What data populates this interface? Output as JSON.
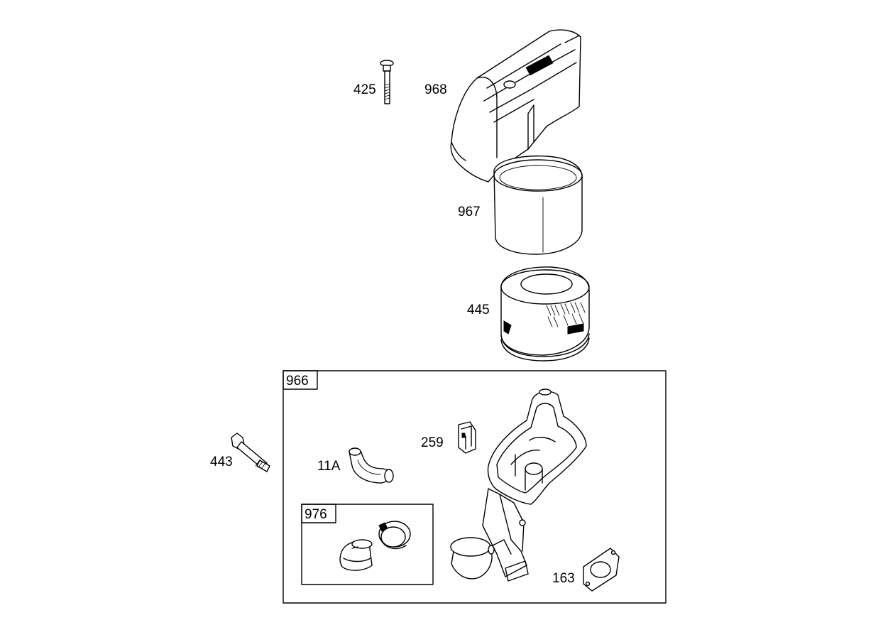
{
  "labels": {
    "p425": "425",
    "p968": "968",
    "p967": "967",
    "p445": "445",
    "p966": "966",
    "p443": "443",
    "p259": "259",
    "p11a": "11A",
    "p976": "976",
    "p163": "163"
  },
  "colors": {
    "line": "#000000",
    "background": "#ffffff"
  }
}
